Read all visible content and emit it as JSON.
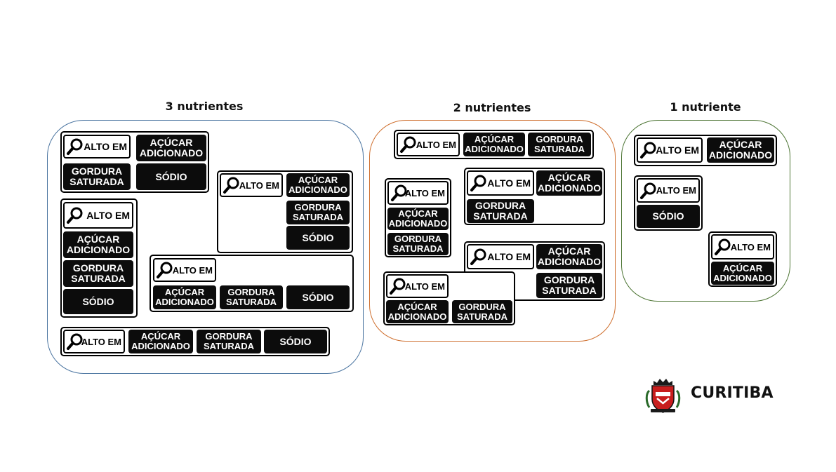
{
  "colors": {
    "group_3_border": "#4a74a0",
    "group_2_border": "#cf6f2e",
    "group_1_border": "#4d7534",
    "cell_background": "#0c0c0c",
    "cell_text": "#ffffff"
  },
  "icon": "magnifying-glass-icon",
  "groups": [
    {
      "title": "3 nutrientes",
      "labels": [
        [
          {
            "t": "a",
            "text": "ALTO EM"
          },
          {
            "t": "d",
            "lines": [
              "AÇÚCAR",
              "ADICIONADO"
            ]
          },
          {
            "t": "d",
            "lines": [
              "GORDURA",
              "SATURADA"
            ]
          },
          {
            "t": "d",
            "lines": [
              "SÓDIO"
            ]
          }
        ],
        [
          {
            "t": "a",
            "text": "ALTO EM"
          },
          {
            "t": "d",
            "lines": [
              "AÇÚCAR",
              "ADICIONADO"
            ]
          },
          {
            "t": "d",
            "lines": [
              "GORDURA",
              "SATURADA"
            ]
          },
          {
            "t": "d",
            "lines": [
              "SÓDIO"
            ]
          }
        ],
        [
          {
            "t": "a",
            "text": "ALTO EM"
          },
          {
            "t": "d",
            "lines": [
              "AÇÚCAR",
              "ADICIONADO"
            ]
          },
          {
            "t": "d",
            "lines": [
              "GORDURA",
              "SATURADA"
            ]
          },
          {
            "t": "d",
            "lines": [
              "SÓDIO"
            ]
          }
        ],
        [
          {
            "t": "a",
            "text": "ALTO EM"
          },
          {
            "t": "d",
            "lines": [
              "AÇÚCAR",
              "ADICIONADO"
            ]
          },
          {
            "t": "d",
            "lines": [
              "GORDURA",
              "SATURADA"
            ]
          },
          {
            "t": "d",
            "lines": [
              "SÓDIO"
            ]
          }
        ],
        [
          {
            "t": "a",
            "text": "ALTO EM"
          },
          {
            "t": "d",
            "lines": [
              "AÇÚCAR",
              "ADICIONADO"
            ]
          },
          {
            "t": "d",
            "lines": [
              "GORDURA",
              "SATURADA"
            ]
          },
          {
            "t": "d",
            "lines": [
              "SÓDIO"
            ]
          }
        ]
      ]
    },
    {
      "title": "2 nutrientes",
      "labels": [
        [
          {
            "t": "a",
            "text": "ALTO EM"
          },
          {
            "t": "d",
            "lines": [
              "AÇÚCAR",
              "ADICIONADO"
            ]
          },
          {
            "t": "d",
            "lines": [
              "GORDURA",
              "SATURADA"
            ]
          }
        ],
        [
          {
            "t": "a",
            "text": "ALTO EM"
          },
          {
            "t": "d",
            "lines": [
              "AÇÚCAR",
              "ADICIONADO"
            ]
          },
          {
            "t": "d",
            "lines": [
              "GORDURA",
              "SATURADA"
            ]
          }
        ],
        [
          {
            "t": "a",
            "text": "ALTO EM"
          },
          {
            "t": "d",
            "lines": [
              "AÇÚCAR",
              "ADICIONADO"
            ]
          },
          {
            "t": "d",
            "lines": [
              "GORDURA",
              "SATURADA"
            ]
          }
        ],
        [
          {
            "t": "a",
            "text": "ALTO EM"
          },
          {
            "t": "d",
            "lines": [
              "AÇÚCAR",
              "ADICIONADO"
            ]
          },
          {
            "t": "d",
            "lines": [
              "GORDURA",
              "SATURADA"
            ]
          }
        ],
        [
          {
            "t": "a",
            "text": "ALTO EM"
          },
          {
            "t": "d",
            "lines": [
              "AÇÚCAR",
              "ADICIONADO"
            ]
          },
          {
            "t": "d",
            "lines": [
              "GORDURA",
              "SATURADA"
            ]
          }
        ]
      ]
    },
    {
      "title": "1 nutriente",
      "labels": [
        [
          {
            "t": "a",
            "text": "ALTO EM"
          },
          {
            "t": "d",
            "lines": [
              "AÇÚCAR",
              "ADICIONADO"
            ]
          }
        ],
        [
          {
            "t": "a",
            "text": "ALTO EM"
          },
          {
            "t": "d",
            "lines": [
              "SÓDIO"
            ]
          }
        ],
        [
          {
            "t": "a",
            "text": "ALTO EM"
          },
          {
            "t": "d",
            "lines": [
              "AÇÚCAR",
              "ADICIONADO"
            ]
          }
        ]
      ]
    }
  ],
  "brand": {
    "name": "CURITIBA",
    "logo": "curitiba-coat-of-arms-icon"
  }
}
